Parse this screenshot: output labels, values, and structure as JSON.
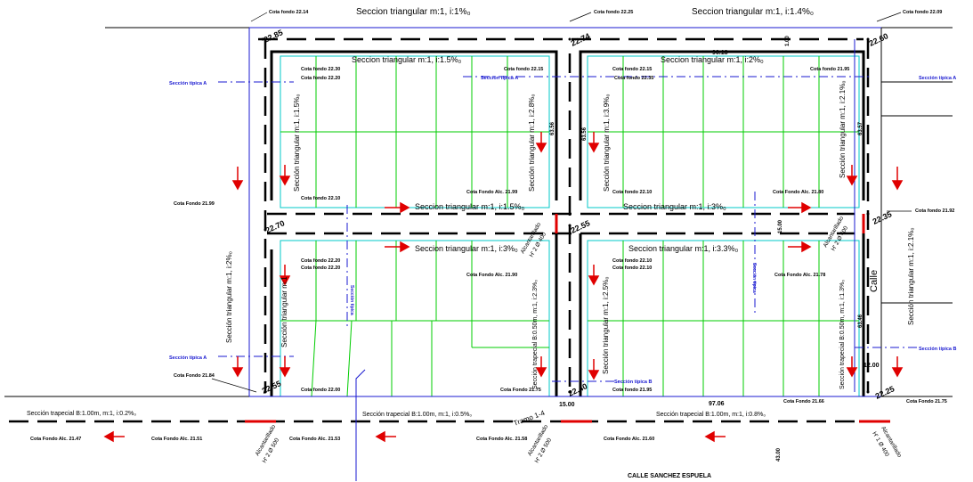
{
  "sections": {
    "top_left": "Seccion triangular m:1, i:1%₀",
    "top_right": "Seccion triangular m:1, i:1.4%₀",
    "block1_top": "Seccion triangular m:1, i:1.5%₀",
    "block2_top": "Seccion triangular m:1, i:2%₀",
    "mid_left_upper": "Seccion triangular m:1, i:1.5%₀",
    "mid_right_upper": "Seccion triangular m:1, i:3%₀",
    "mid_left_lower": "Seccion triangular m:1, i:3%₀",
    "mid_right_lower": "Seccion triangular m:1, i:3.3%₀",
    "v_b1_left": "Sección triangular m:1, i:1.5%₀",
    "v_b1_left2": "Sección triangular m:1",
    "v_b1_right": "Sección triangular m:1, i:2.8%₀",
    "v_b2_left": "Sección triangular m:1, i:3.9%₀",
    "v_b2_right": "Sección triangular m:1, i:2.1%₀",
    "v_far_left": "Sección triangular m:1, i:2%₀",
    "v_far_right": "Sección triangular m:1, i:2.1%₀",
    "v_b3_left": "Sección triangular m:1",
    "v_b3_right": "Sección trapecial B:0.50m, m:1, i:2.3%₀",
    "v_b4_left": "Sección triangular m:1, i:2.5%₀",
    "v_b4_right": "Sección trapecial B:0.50m, m:1, i:1.3%₀",
    "bottom_left": "Sección trapecial B:1.00m, m:1, i:0.2%₀",
    "bottom_mid": "Sección trapecial B:1.00m, m:1, i:0.5%₀",
    "bottom_right": "Sección trapecial B:1.00m, m:1, i:0.8%₀"
  },
  "cotas": {
    "c1": "Cota fondo 22.14",
    "c2": "Cota fondo 22.25",
    "c3": "Cota fondo 22.09",
    "c4": "Cota fondo 22.30",
    "c5": "Cota fondo 22.20",
    "c6": "Cota fondo 22.15",
    "c7": "Cota fondo 22.15",
    "c8": "Cota fondo 22.35",
    "c9": "Cota fondo 21.95",
    "c10": "Cota fondo 22.10",
    "c11": "Cota Fondo Alc. 21.99",
    "c12": "Cota fondo 22.10",
    "c13": "Cota Fondo Alc. 21.80",
    "c14": "Cota Fondo 21.99",
    "c15": "Cota fondo 21.92",
    "c16": "Cota fondo 22.20",
    "c17": "Cota fondo 22.20",
    "c18": "Cota fondo 22.10",
    "c19": "Cota fondo 22.10",
    "c20": "Cota Fondo Alc. 21.90",
    "c21": "Cota Fondo Alc. 21.78",
    "c22": "Cota Fondo 21.84",
    "c23": "Cota fondo 22.00",
    "c24": "Cota Fondo 21.75",
    "c25": "Cota fondo 21.95",
    "c26": "Cota Fondo 21.66",
    "c27": "Cota Fondo 21.75",
    "c28": "Cota Fondo Alc. 21.47",
    "c29": "Cota Fondo Alc. 21.51",
    "c30": "Cota Fondo Alc. 21.53",
    "c31": "Cota Fondo Alc. 21.58",
    "c32": "Cota Fondo Alc. 21.60"
  },
  "elevations": {
    "e1": "22.85",
    "e2": "22.74",
    "e3": "22.60",
    "e4": "22.70",
    "e5": "22.55",
    "e6": "22.35",
    "e7": "22.55",
    "e8": "22.40",
    "e9": "22.25"
  },
  "section_refs": {
    "a1": "Sección típica A",
    "a2": "Sección típica A",
    "a3": "Sección típica A",
    "a4": "Sección típica A",
    "b1": "Sección típica B",
    "b2": "Sección típica B",
    "vb1": "Sección típica",
    "vb2": "Sección típica"
  },
  "alcantarillas": {
    "a1": "Alcantarillado",
    "a1b": "H' 2 Ø 500",
    "a2": "Alcantarillado",
    "a2b": "H' 2 Ø 500",
    "a3": "Alcantarillado",
    "a3b": "H' 1 Ø 400",
    "a4": "Alcantarillado",
    "a4b": "H' 2 Ø 400",
    "a5": "Alcantarillado",
    "a5b": "H' 2 Ø 400"
  },
  "dimensions": {
    "d1": "96.18",
    "d2": "1.00",
    "d3": "63.57",
    "d4": "63.56",
    "d5": "63.56",
    "d6": "15.00",
    "d7": "63.46",
    "d8": "12.00",
    "d9": "15.00",
    "d10": "97.06",
    "d11": "43.00"
  },
  "labels": {
    "tramo": "Tramo 1-4",
    "calle": "Calle",
    "street": "CALLE SANCHEZ ESPUELA"
  },
  "colors": {
    "road": "#000000",
    "ditch_outline": "#00c8c8",
    "plot_lines": "#00cc00",
    "section_line": "#1a1ad0",
    "arrow": "#e00000"
  }
}
